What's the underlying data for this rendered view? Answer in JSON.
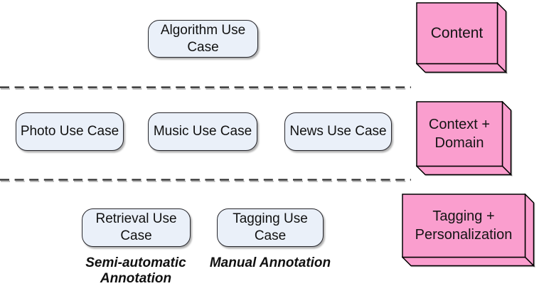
{
  "rows": [
    {
      "layer_label": "Content",
      "use_cases": [
        {
          "label": "Algorithm Use Case"
        }
      ]
    },
    {
      "layer_label": "Context + Domain",
      "use_cases": [
        {
          "label": "Photo Use Case"
        },
        {
          "label": "Music Use Case"
        },
        {
          "label": "News Use Case"
        }
      ]
    },
    {
      "layer_label": "Tagging + Personalization",
      "use_cases": [
        {
          "label": "Retrieval Use Case"
        },
        {
          "label": "Tagging Use Case"
        }
      ],
      "annotations": [
        {
          "label": "Semi-automatic Annotation"
        },
        {
          "label": "Manual Annotation"
        }
      ]
    }
  ],
  "colors": {
    "layer_fill": "#FA9ECE",
    "layer_stroke": "#000000",
    "usecase_fill": "#EAF0F9",
    "usecase_stroke": "#26262b",
    "dash_color": "#2b2b2b",
    "dash_shadow": "#bdbdbd"
  }
}
